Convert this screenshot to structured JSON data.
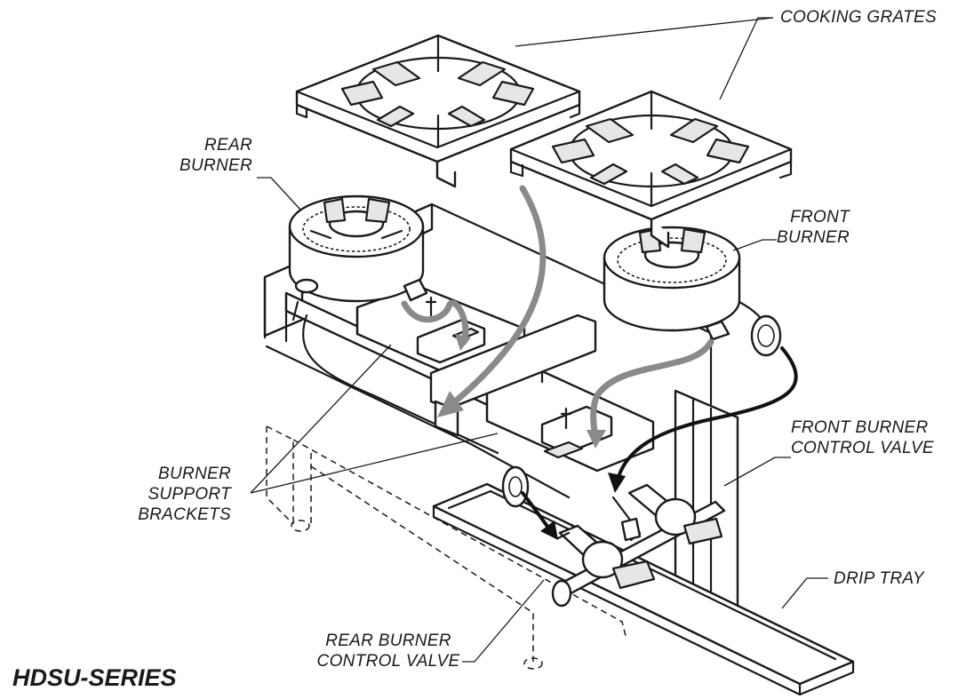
{
  "title": "HDSU-SERIES",
  "callouts": {
    "cooking_grates": "COOKING GRATES",
    "rear_burner": [
      "REAR",
      "BURNER"
    ],
    "front_burner": [
      "FRONT",
      "BURNER"
    ],
    "burner_support_brackets": [
      "BURNER",
      "SUPPORT",
      "BRACKETS"
    ],
    "front_burner_control_valve": [
      "FRONT BURNER",
      "CONTROL VALVE"
    ],
    "drip_tray": "DRIP TRAY",
    "rear_burner_control_valve": [
      "REAR BURNER",
      "CONTROL VALVE"
    ]
  },
  "colors": {
    "ink": "#1a1a1a",
    "arrow_gray": "#8a8a8a",
    "paper": "#ffffff"
  }
}
